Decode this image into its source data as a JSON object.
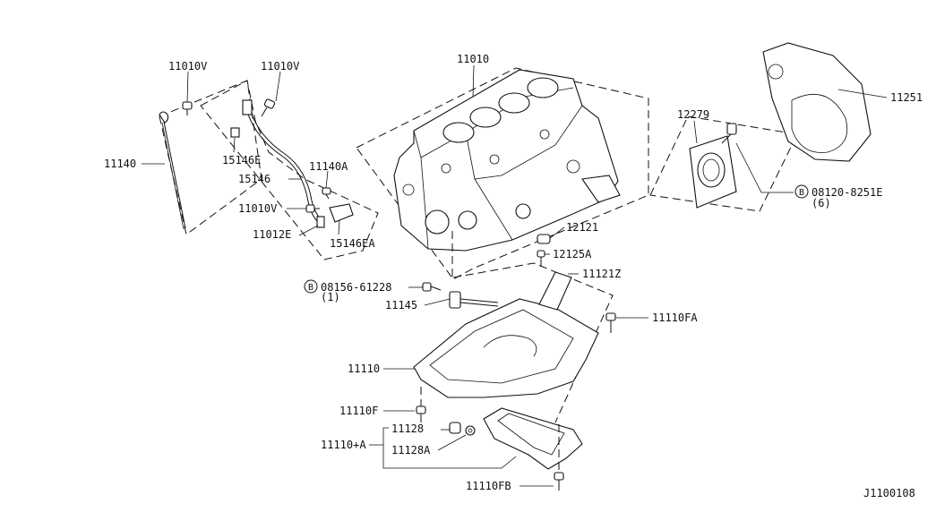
{
  "diagram": {
    "id_code": "J1100108",
    "parts": {
      "p11010": "11010",
      "p11010v_left": "11010V",
      "p11010v_right": "11010V",
      "p11140": "11140",
      "p15146e": "15146E",
      "p15146": "15146",
      "p11140a": "11140A",
      "p11010v_mid": "11010V",
      "p11012e": "11012E",
      "p15146ea": "15146EA",
      "p12279": "12279",
      "p11251": "11251",
      "p08120": "08120-8251E",
      "p08120_qty": "(6)",
      "p12121": "12121",
      "p12125a": "12125A",
      "p11121z": "11121Z",
      "p08156": "08156-61228",
      "p08156_qty": "(1)",
      "p11145": "11145",
      "p11110fa": "11110FA",
      "p11110": "11110",
      "p11110f": "11110F",
      "p11128": "11128",
      "p11110a": "11110+A",
      "p11128a": "11128A",
      "p11110fb": "11110FB"
    },
    "bolt_marker": "B"
  }
}
